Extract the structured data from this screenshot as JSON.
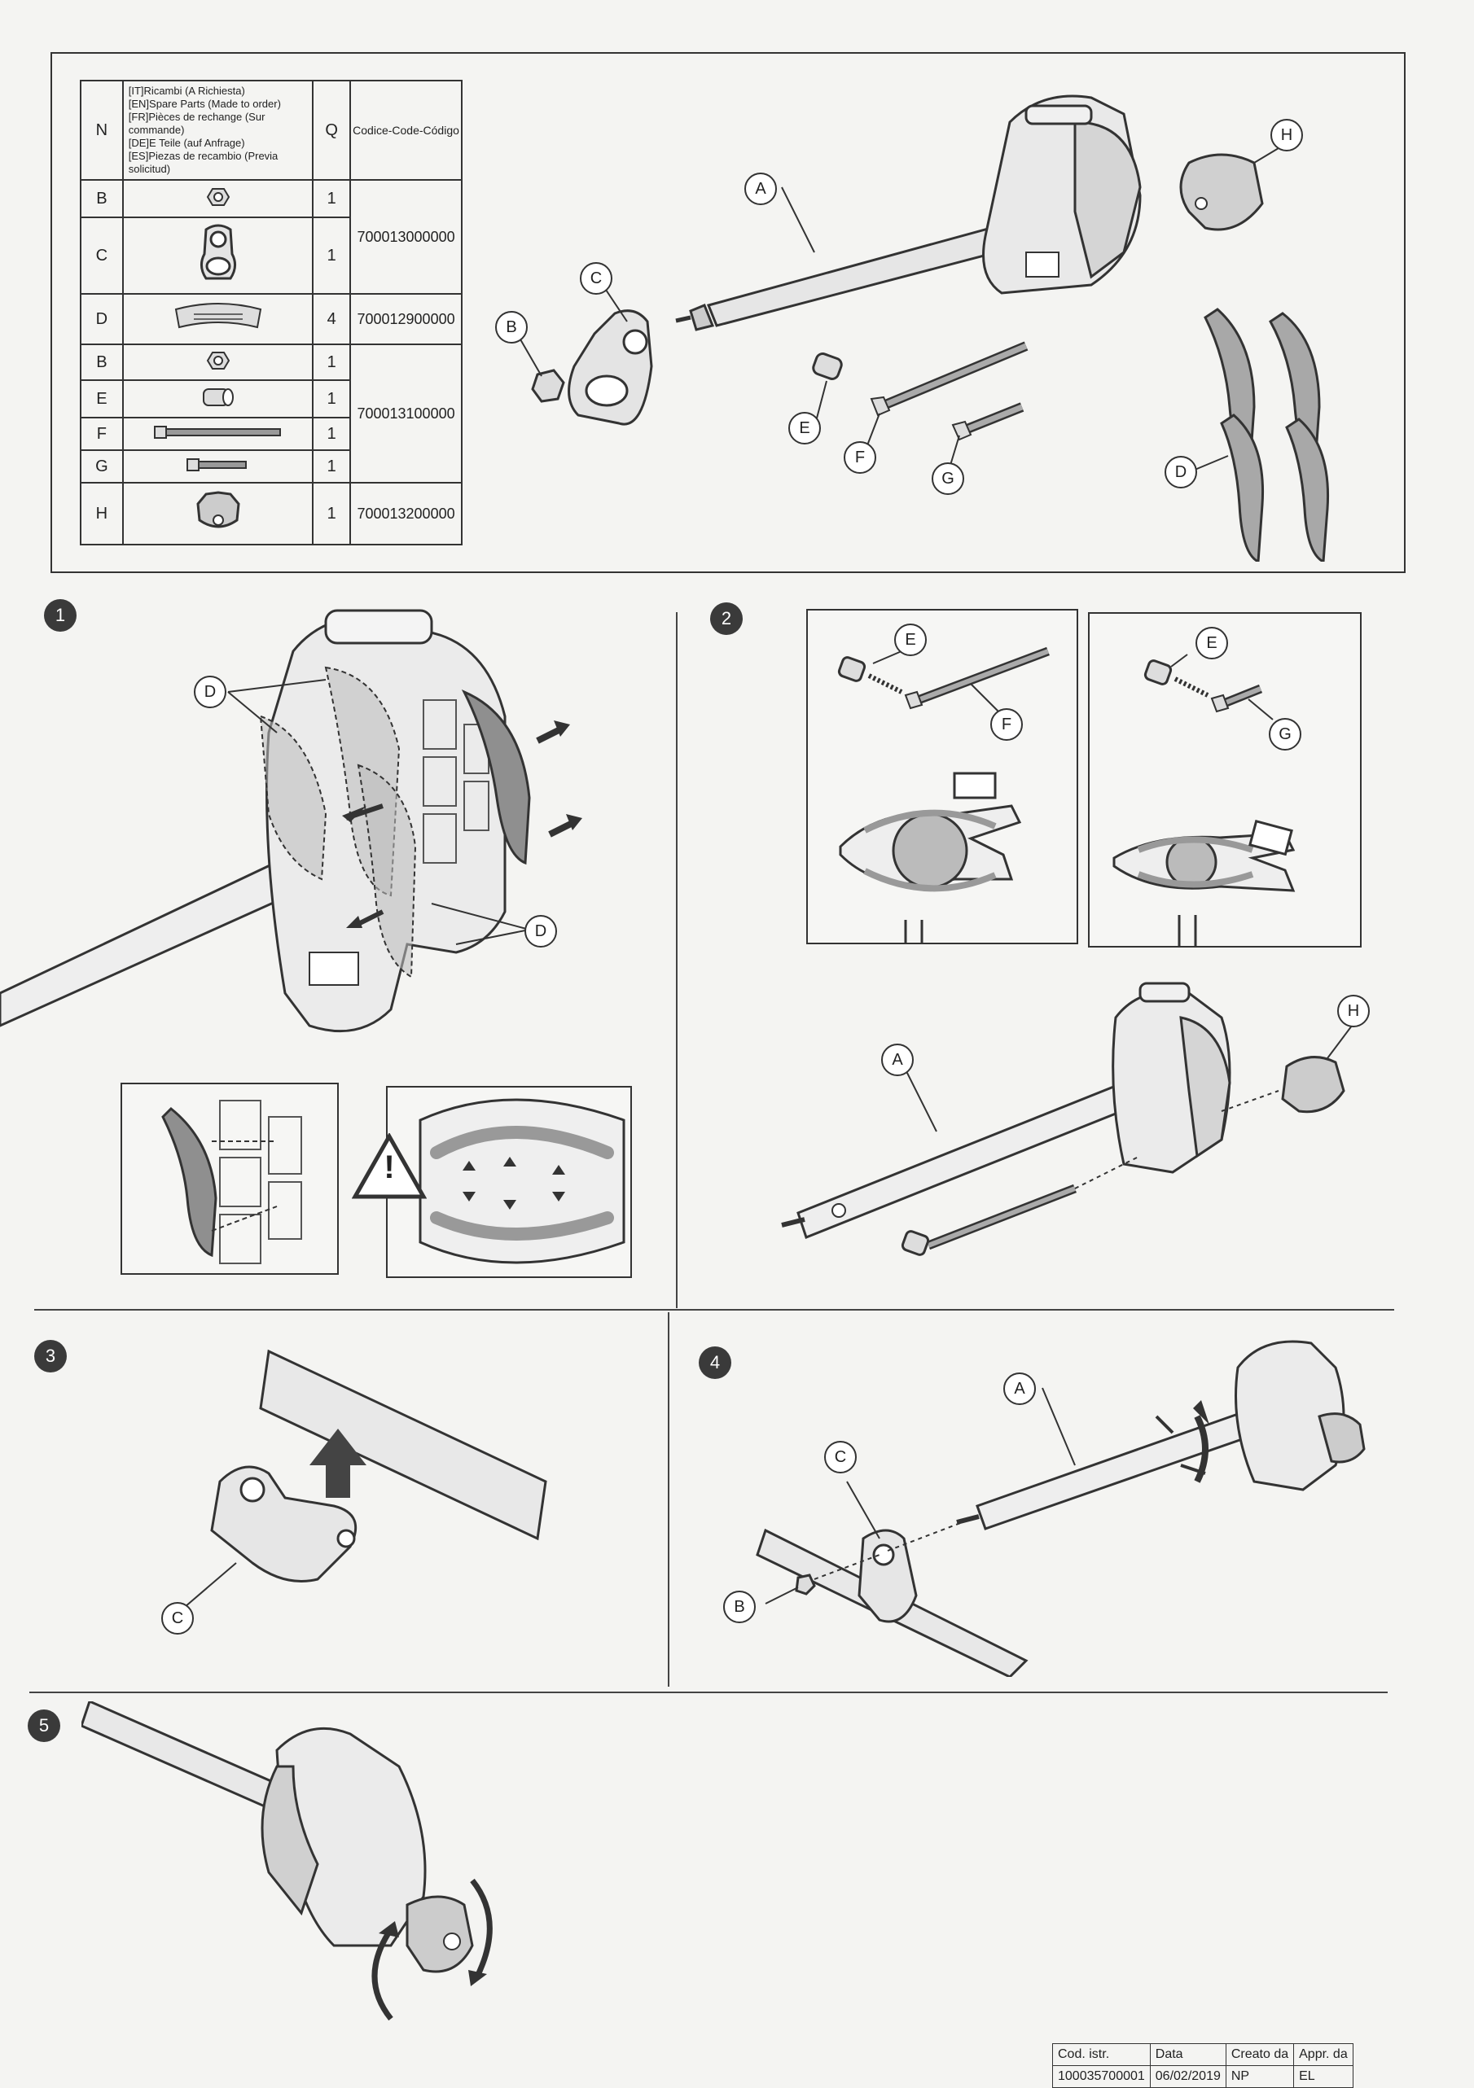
{
  "parts_table": {
    "header": {
      "n": "N",
      "description": [
        "[IT]Ricambi (A Richiesta)",
        "[EN]Spare Parts (Made to order)",
        "[FR]Pièces de rechange (Sur commande)",
        "[DE]E Teile (auf Anfrage)",
        "[ES]Piezas de recambio (Previa solicitud)"
      ],
      "q": "Q",
      "code": "Codice-Code-Código"
    },
    "rows": [
      {
        "letter": "B",
        "qty": "1"
      },
      {
        "letter": "C",
        "qty": "1"
      },
      {
        "letter": "D",
        "qty": "4"
      },
      {
        "letter": "B",
        "qty": "1"
      },
      {
        "letter": "E",
        "qty": "1"
      },
      {
        "letter": "F",
        "qty": "1"
      },
      {
        "letter": "G",
        "qty": "1"
      },
      {
        "letter": "H",
        "qty": "1"
      }
    ],
    "codes": [
      "700013000000",
      "700012900000",
      "700013100000",
      "700013200000"
    ]
  },
  "overview_labels": {
    "a": "A",
    "b": "B",
    "c": "C",
    "d": "D",
    "e": "E",
    "f": "F",
    "g": "G",
    "h": "H"
  },
  "steps": [
    "1",
    "2",
    "3",
    "4",
    "5"
  ],
  "step1_labels": {
    "d_top": "D",
    "d_bottom": "D"
  },
  "step2_labels": {
    "e_left": "E",
    "f": "F",
    "e_right": "E",
    "g": "G",
    "a": "A",
    "h": "H"
  },
  "step3_labels": {
    "c": "C"
  },
  "step4_labels": {
    "a": "A",
    "c": "C",
    "b": "B"
  },
  "warning_symbol": "!",
  "footer": {
    "headers": [
      "Cod. istr.",
      "Data",
      "Creato da",
      "Appr. da"
    ],
    "values": [
      "100035700001",
      "06/02/2019",
      "NP",
      "EL"
    ]
  }
}
